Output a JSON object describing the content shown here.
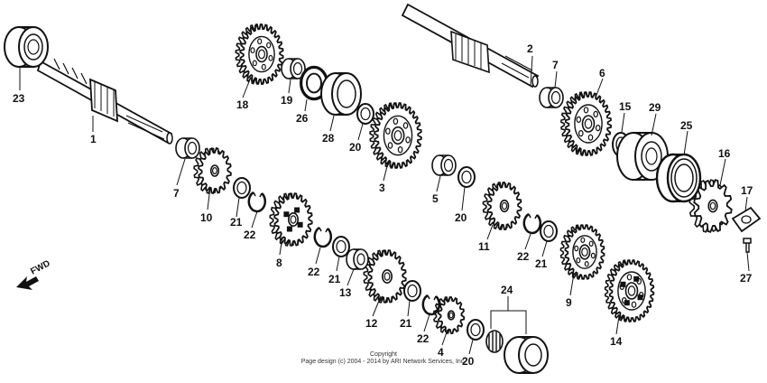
{
  "diagram": {
    "callouts": [
      "23",
      "1",
      "7",
      "10",
      "21",
      "22",
      "8",
      "22",
      "21",
      "13",
      "12",
      "21",
      "22",
      "4",
      "20",
      "24",
      "18",
      "19",
      "26",
      "28",
      "20",
      "3",
      "5",
      "20",
      "11",
      "22",
      "21",
      "9",
      "14",
      "2",
      "7",
      "6",
      "15",
      "29",
      "25",
      "16",
      "17",
      "27"
    ]
  },
  "fwd_label": "FWD",
  "copyright": {
    "line1": "Copyright",
    "line2": "Page design (c) 2004 - 2014 by ARI Network Services, Inc."
  }
}
